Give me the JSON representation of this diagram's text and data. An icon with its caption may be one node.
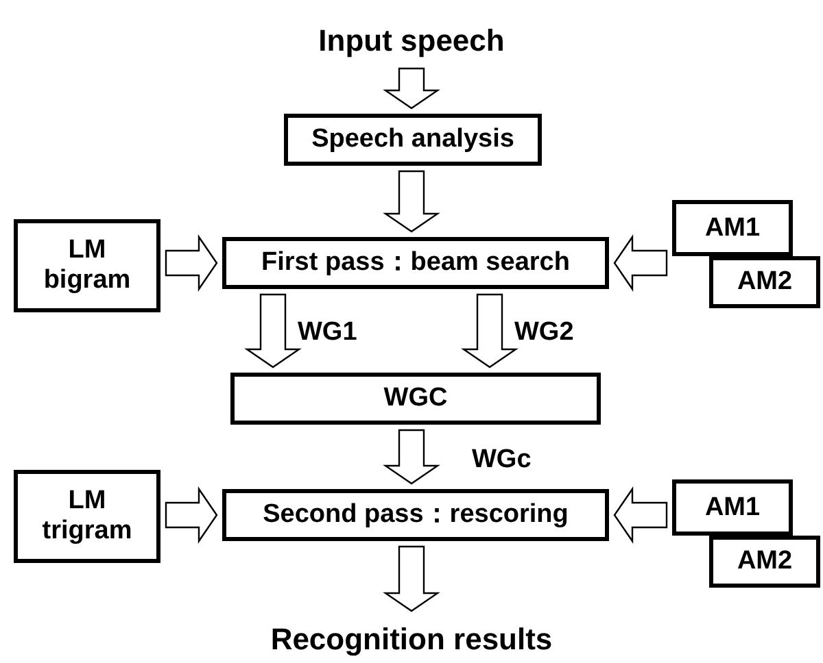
{
  "diagram": {
    "nodes": [
      {
        "text": [
          "Input speech"
        ]
      },
      {
        "text": [
          "Speech analysis"
        ]
      },
      {
        "text": [
          "LM bigram"
        ]
      },
      {
        "text": [
          "First pass：beam search"
        ]
      },
      {
        "text": [
          "AM1"
        ]
      },
      {
        "text": [
          "AM2"
        ]
      },
      {
        "text": [
          "WGC"
        ]
      },
      {
        "text": [
          "LM trigram"
        ]
      },
      {
        "text": [
          "Second pass：rescoring"
        ]
      },
      {
        "text": [
          "AM1"
        ]
      },
      {
        "text": [
          "AM2"
        ]
      },
      {
        "text": [
          "Recognition results"
        ]
      }
    ],
    "edges": [
      {
        "from": 0,
        "to": 1,
        "arrow": "to"
      },
      {
        "from": 1,
        "to": 3,
        "arrow": "to"
      },
      {
        "from": 2,
        "to": 3,
        "arrow": "to"
      },
      {
        "from": 4,
        "to": 3,
        "arrow": "to"
      },
      {
        "from": 3,
        "to": 6,
        "arrow": "to",
        "label": "WG1"
      },
      {
        "from": 3,
        "to": 6,
        "arrow": "to",
        "label": "WG2"
      },
      {
        "from": 6,
        "to": 8,
        "arrow": "to",
        "label": "WGc"
      },
      {
        "from": 7,
        "to": 8,
        "arrow": "to"
      },
      {
        "from": 9,
        "to": 8,
        "arrow": "to"
      },
      {
        "from": 8,
        "to": 11,
        "arrow": "to"
      }
    ]
  }
}
